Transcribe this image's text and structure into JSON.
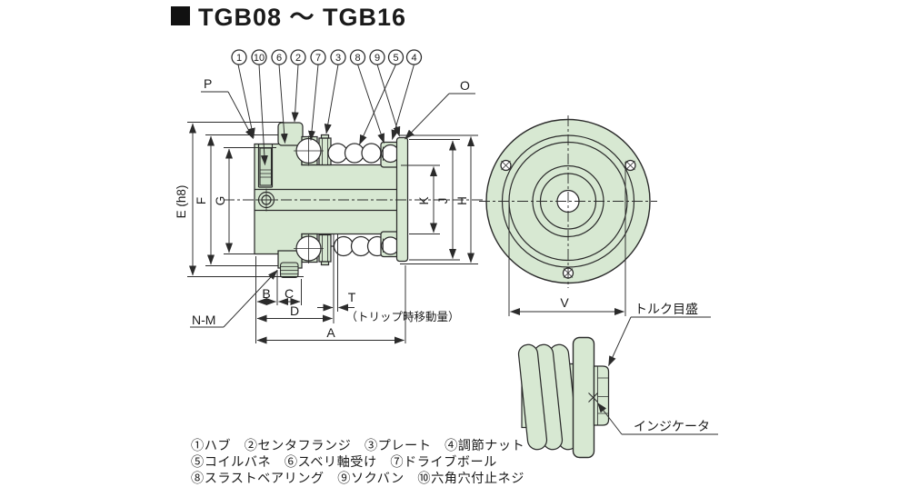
{
  "title": {
    "label": "TGB08 ～ TGB16"
  },
  "section_view": {
    "callouts": [
      "1",
      "10",
      "6",
      "2",
      "7",
      "3",
      "8",
      "9",
      "5",
      "4"
    ],
    "dim_labels": {
      "p": "P",
      "o": "O",
      "e": "E (h8)",
      "f": "F",
      "g": "G",
      "k": "K",
      "j": "J",
      "h": "H",
      "b": "B",
      "c": "C",
      "d": "D",
      "t": "T",
      "a": "A",
      "nm": "N-M"
    },
    "trip_note": "（トリップ時移動量）"
  },
  "front_view": {
    "dim_v": "V"
  },
  "detail_view": {
    "torque_scale_label": "トルク目盛",
    "indicator_label": "インジケータ"
  },
  "legend": {
    "line1": "①ハブ　②センタフランジ　③プレート　④調節ナット",
    "line2": "⑤コイルバネ　⑥スベリ軸受け　⑦ドライブボール",
    "line3": "⑧スラストベアリング　⑨ソクバン　⑩六角穴付止ネジ"
  },
  "colors": {
    "body_fill": "#d7e8d2",
    "line": "#2b2b2b",
    "title": "#111111"
  }
}
